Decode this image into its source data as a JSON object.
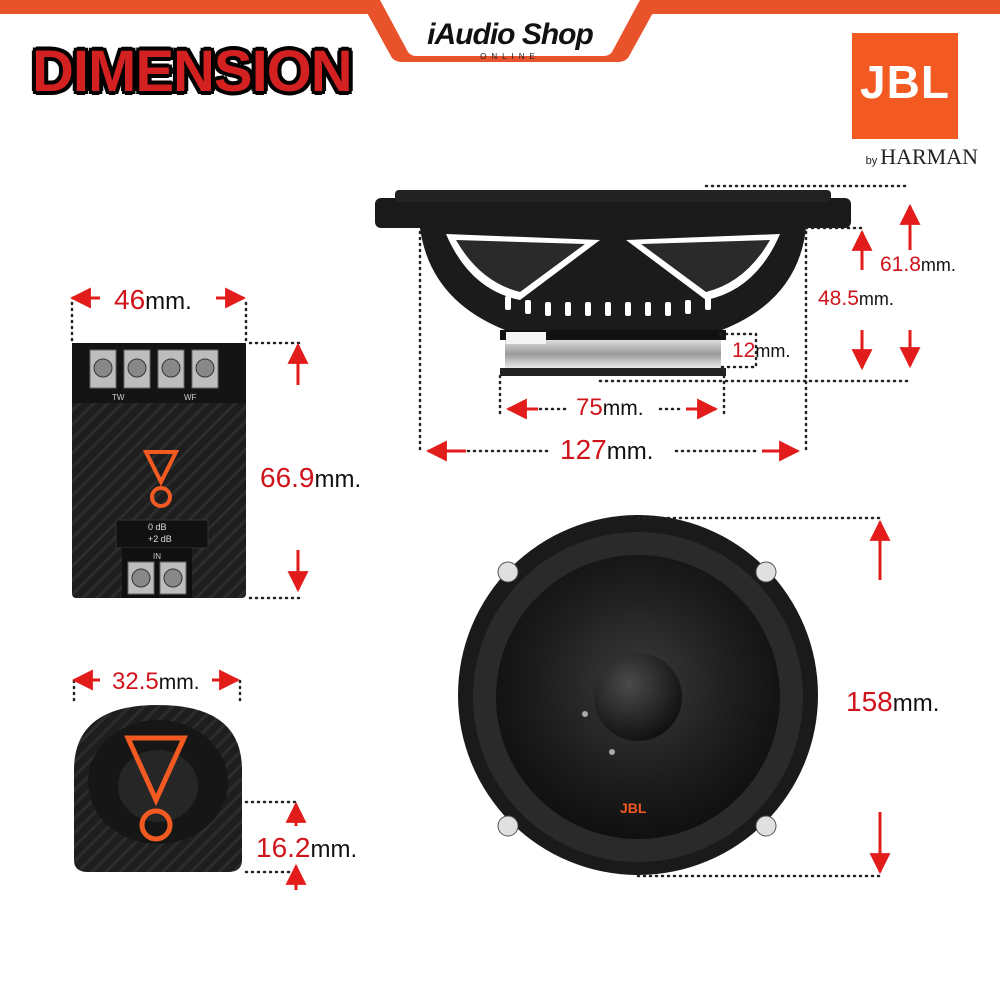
{
  "header": {
    "title": "DIMENSION",
    "shop_brand": "iAudio Shop",
    "shop_sub": "ONLINE",
    "accent_color": "#e8532b"
  },
  "logo": {
    "brand": "JBL",
    "by": "by",
    "maker": "HARMAN",
    "color": "#f25a22"
  },
  "crossover": {
    "width_value": "46",
    "height_value": "66.9",
    "unit": "mm.",
    "level_labels": [
      "0 dB",
      "+2 dB"
    ],
    "terminal_labels": [
      "TW",
      "WF",
      "IN"
    ]
  },
  "tweeter": {
    "width_value": "32.5",
    "height_value": "16.2",
    "unit": "mm."
  },
  "woofer_side": {
    "total_depth_value": "61.8",
    "mount_depth_value": "48.5",
    "magnet_height_value": "12",
    "magnet_diameter_value": "75",
    "cutout_diameter_value": "127",
    "unit": "mm."
  },
  "woofer_front": {
    "outer_diameter_value": "158",
    "unit": "mm.",
    "cone_logo": "JBL"
  },
  "icons": [
    "arrow-icon",
    "dotted-leader"
  ]
}
